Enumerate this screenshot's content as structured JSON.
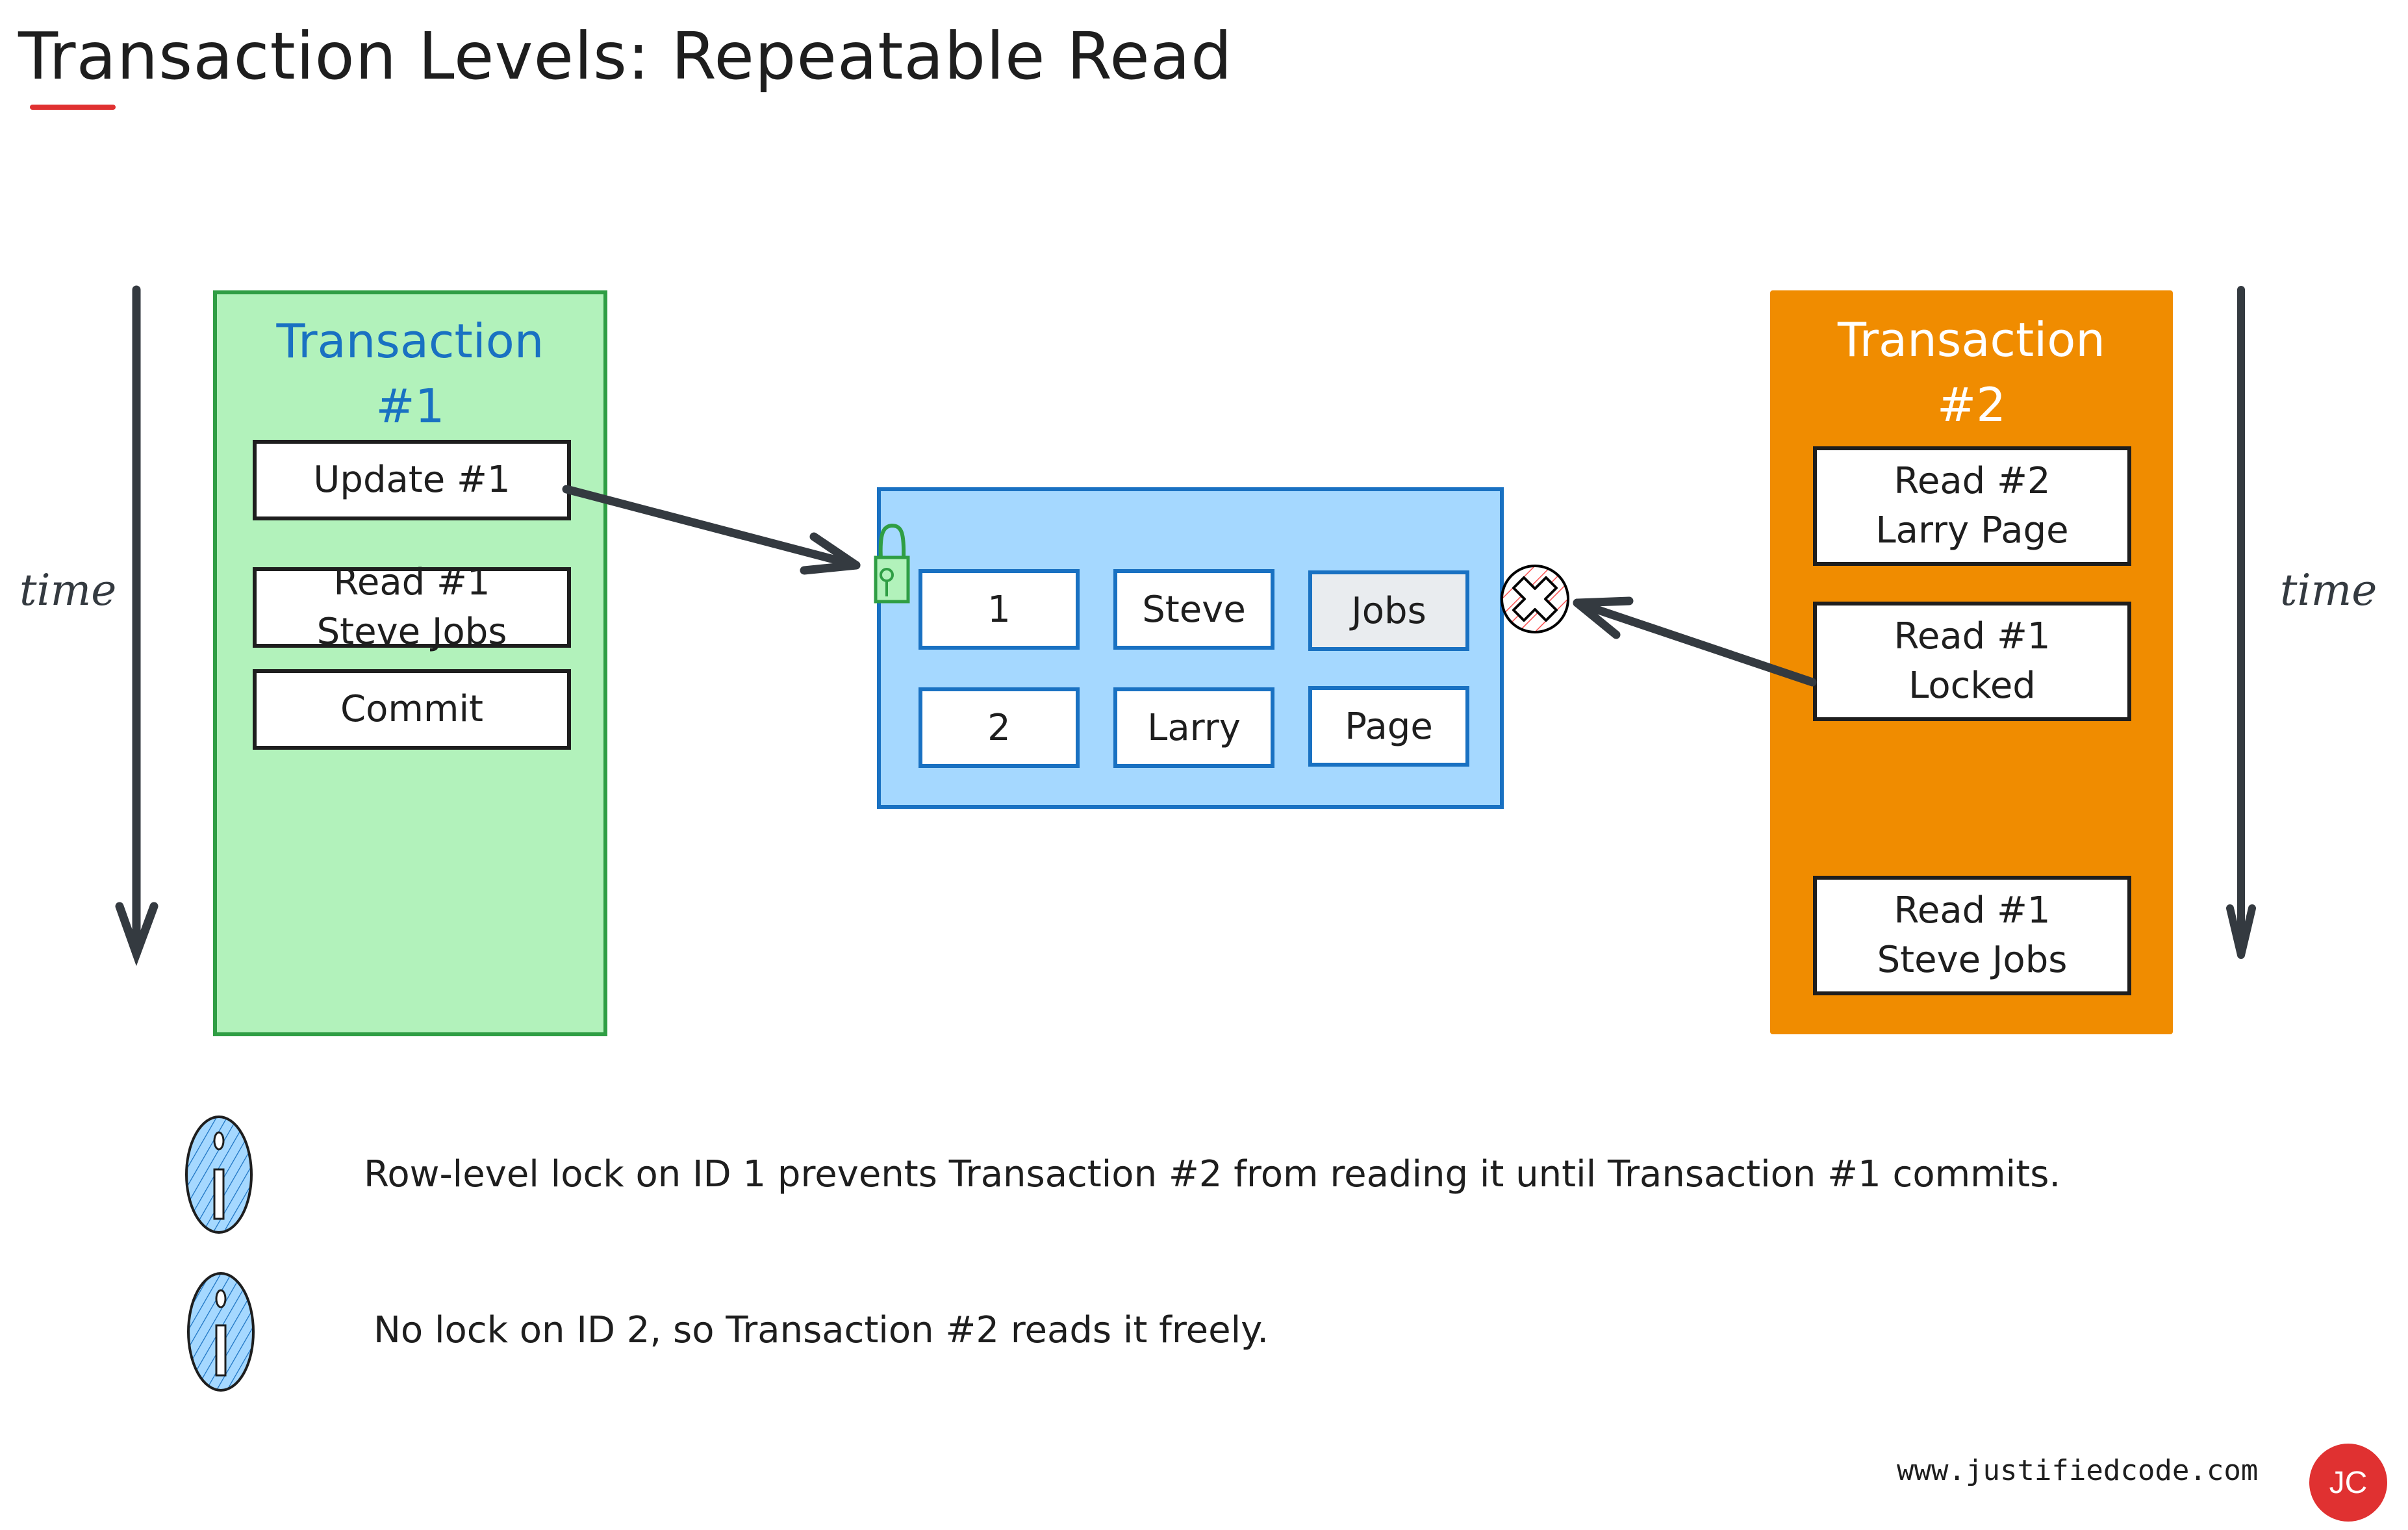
{
  "title": "Transaction Levels: Repeatable Read",
  "time_axis": {
    "left_label": "time",
    "right_label": "time"
  },
  "transaction1": {
    "title_line1": "Transaction",
    "title_line2": "#1",
    "operations": [
      {
        "lines": [
          "Update #1"
        ]
      },
      {
        "lines": [
          "Read #1",
          "Steve Jobs"
        ]
      },
      {
        "lines": [
          "Commit"
        ]
      }
    ],
    "colors": {
      "fill": "#b2f2bb",
      "stroke": "#2f9e44",
      "title": "#1971c2"
    }
  },
  "transaction2": {
    "title_line1": "Transaction",
    "title_line2": "#2",
    "operations": [
      {
        "lines": [
          "Read #2",
          "Larry Page"
        ]
      },
      {
        "lines": [
          "Read #1",
          "Locked"
        ]
      },
      {
        "lines": [
          "Read #1",
          "Steve Jobs"
        ]
      }
    ],
    "colors": {
      "fill": "#f08c00",
      "title": "#ffffff"
    }
  },
  "table": {
    "rows": [
      {
        "id": "1",
        "first": "Steve",
        "last": "Jobs",
        "locked": true
      },
      {
        "id": "2",
        "first": "Larry",
        "last": "Page",
        "locked": false
      }
    ],
    "colors": {
      "fill": "#a5d8ff",
      "stroke": "#1971c2"
    }
  },
  "lock_icon": "lock-icon",
  "blocked_icon": "blocked-x-icon",
  "notes": [
    {
      "icon": "info-icon",
      "text": "Row-level lock on ID 1 prevents Transaction #2 from reading it until Transaction #1 commits."
    },
    {
      "icon": "info-icon",
      "text": "No lock on ID 2, so Transaction #2 reads it freely."
    }
  ],
  "footer": {
    "url": "www.justifiedcode.com",
    "logo_text": "JC",
    "logo_color": "#e03131"
  }
}
